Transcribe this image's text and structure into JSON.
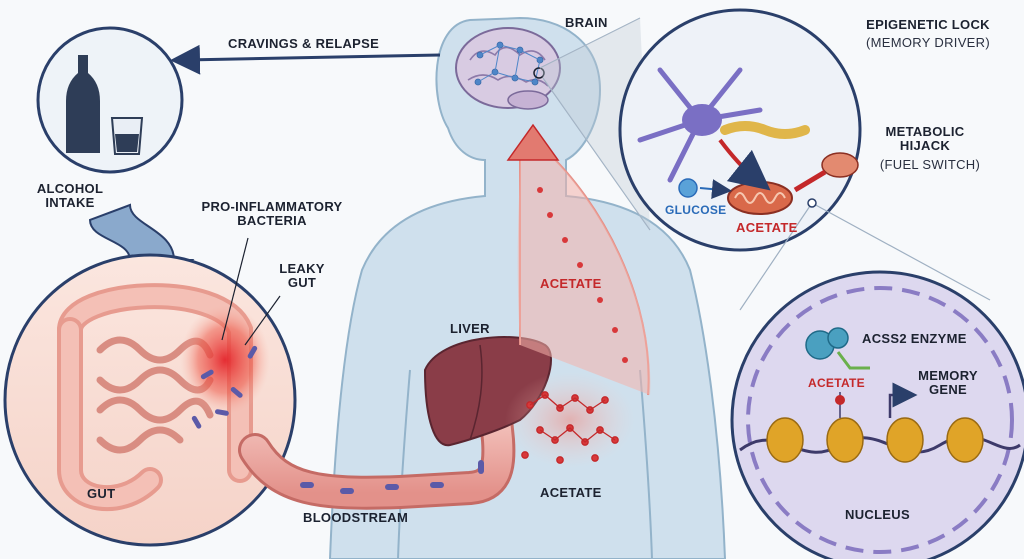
{
  "labels": {
    "cravings": "CRAVINGS & RELAPSE",
    "brain": "BRAIN",
    "epigenetic_title": "EPIGENETIC LOCK",
    "epigenetic_sub": "(MEMORY DRIVER)",
    "metabolic_title": "METABOLIC\nHIJACK",
    "metabolic_sub": "(FUEL SWITCH)",
    "alcohol_intake": "ALCOHOL\nINTAKE",
    "pro_inflammatory": "PRO-INFLAMMATORY\nBACTERIA",
    "leaky_gut": "LEAKY\nGUT",
    "gut": "GUT",
    "liver": "LIVER",
    "acetate_pathway": "ACETATE",
    "acetate_liver": "ACETATE",
    "bloodstream": "BLOODSTREAM",
    "glucose": "GLUCOSE",
    "acetate_neuron": "ACETATE",
    "acss2": "ACSS2 ENZYME",
    "acetate_nucleus": "ACETATE",
    "memory_gene": "MEMORY\nGENE",
    "nucleus": "NUCLEUS"
  },
  "colors": {
    "body_fill": "#c9dcea",
    "body_stroke": "#8fb0c8",
    "accent_red": "#c4282a",
    "accent_blue": "#2a5a9c",
    "liver": "#8a3d48",
    "vessel": "#e9a9a3",
    "neuron": "#7a6fc4",
    "mito": "#d9694a",
    "nucleus_bg": "#ddd8ef",
    "histone": "#e0a428"
  },
  "icons": [
    "bottle-icon",
    "glass-icon",
    "brain-icon",
    "liver-icon",
    "neuron-icon",
    "mitochondria-icon",
    "glucose-icon",
    "enzyme-icon",
    "histone-icon",
    "gene-arrow-icon"
  ]
}
